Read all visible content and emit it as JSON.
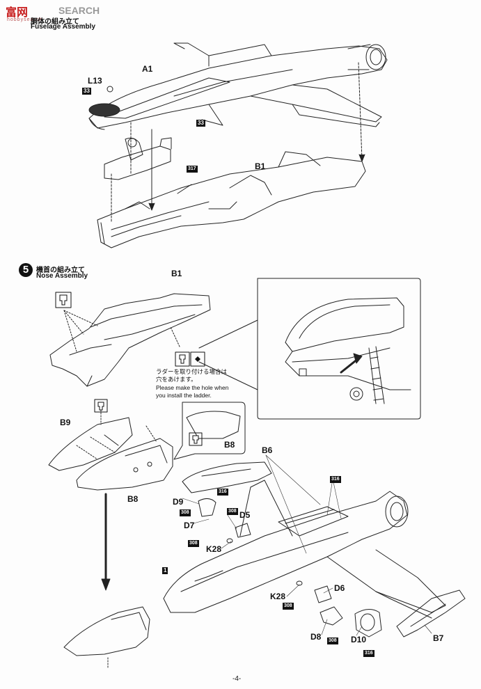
{
  "watermark": {
    "logo_text": "SEARCH",
    "sub_text": "hobbysearch"
  },
  "step4": {
    "title_jp": "胴体の組み立て",
    "title_en": "Fuselage Assembly"
  },
  "step5": {
    "number": "5",
    "title_jp": "機首の組み立て",
    "title_en": "Nose Assembly"
  },
  "labels": {
    "A1": "A1",
    "L13": "L13",
    "B1_top": "B1",
    "B1_nose": "B1",
    "B9": "B9",
    "B8_left": "B8",
    "B8_inset": "B8",
    "B6": "B6",
    "D9": "D9",
    "D5": "D5",
    "D7": "D7",
    "K28_a": "K28",
    "K28_b": "K28",
    "D6": "D6",
    "D8": "D8",
    "D10": "D10",
    "B7": "B7"
  },
  "tags": {
    "t33a": "33",
    "t33b": "33",
    "t317": "317",
    "t316a": "316",
    "t316b": "316",
    "t316c": "316",
    "t308a": "308",
    "t308b": "308",
    "t308c": "308",
    "t308d": "308",
    "t308e": "308",
    "t1": "1"
  },
  "ladder_note": {
    "jp_line1": "ラダーを取り付ける場合は",
    "jp_line2": "穴をあけます。",
    "en_line1": "Please make the hole when",
    "en_line2": "you install the ladder."
  },
  "page_number": "-4-"
}
